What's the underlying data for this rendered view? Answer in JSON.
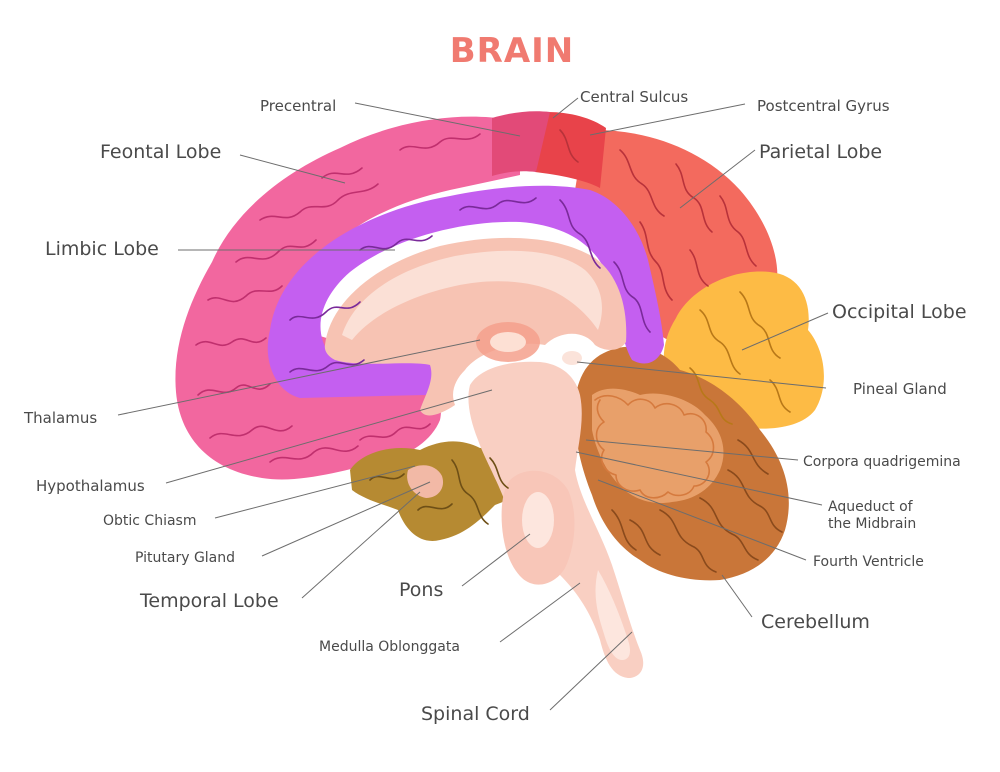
{
  "title": "BRAIN",
  "colors": {
    "title": "#f07a70",
    "frontal": "#f2679f",
    "frontal_line": "#c0306e",
    "precentral": "#e24a78",
    "postcentral": "#e8434a",
    "parietal": "#f36a5e",
    "parietal_line": "#b8323a",
    "limbic": "#c45ff0",
    "limbic_line": "#7a2a9a",
    "occipital": "#fdbb45",
    "occipital_line": "#b87818",
    "temporal": "#b68a32",
    "temporal_line": "#6e4f16",
    "cerebellum": "#c97639",
    "cerebellum_line": "#8a4a1c",
    "core": "#f7c3b3",
    "core_light": "#fbe0d6",
    "thalamus": "#f4a08c",
    "stem": "#f9cfc2",
    "stem_light": "#fde6de"
  },
  "labels": {
    "precentral": "Precentral",
    "central_sulcus": "Central Sulcus",
    "postcentral_gyrus": "Postcentral Gyrus",
    "frontal_lobe": "Feontal Lobe",
    "parietal_lobe": "Parietal Lobe",
    "limbic_lobe": "Limbic Lobe",
    "occipital_lobe": "Occipital Lobe",
    "pineal_gland": "Pineal Gland",
    "thalamus": "Thalamus",
    "corpora_quadrigemina": "Corpora quadrigemina",
    "hypothalamus": "Hypothalamus",
    "aqueduct_line1": "Aqueduct of",
    "aqueduct_line2": "the Midbrain",
    "optic_chiasm": "Obtic Chiasm",
    "fourth_ventricle": "Fourth Ventricle",
    "pituitary_gland": "Pitutary Gland",
    "temporal_lobe": "Temporal Lobe",
    "pons": "Pons",
    "cerebellum": "Cerebellum",
    "medulla": "Medulla Oblonggata",
    "spinal_cord": "Spinal Cord"
  }
}
